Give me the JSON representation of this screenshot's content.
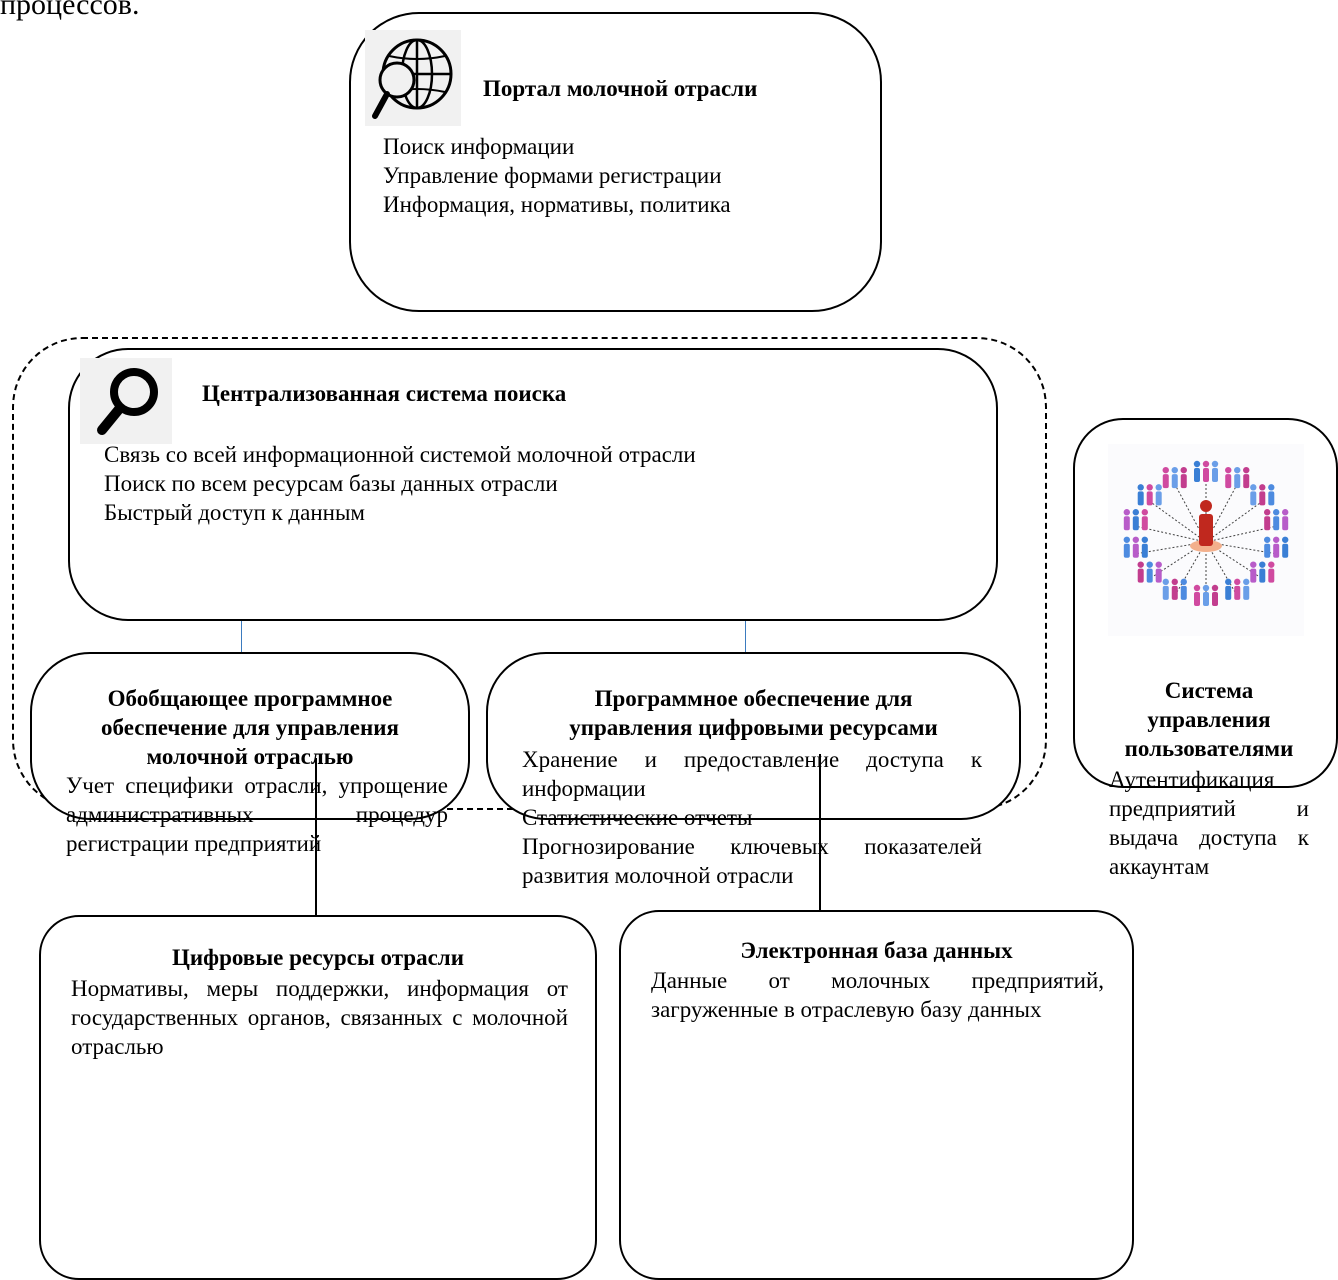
{
  "top_fragment": "процессов.",
  "portal": {
    "title": "Портал молочной отрасли",
    "items": [
      "Поиск информации",
      "Управление формами регистрации",
      "Информация, нормативы, политика"
    ]
  },
  "search": {
    "title": "Централизованная система поиска",
    "items": [
      "Связь со всей информационной системой молочной отрасли",
      "Поиск по всем ресурсам базы данных отрасли",
      "Быстрый доступ к данным"
    ]
  },
  "general_software": {
    "title_lines": [
      "Обобщающее программное",
      "обеспечение для управления",
      "молочной отраслью"
    ],
    "text": "Учет специфики отрасли, упрощение административных процедур регистрации предприятий"
  },
  "digital_software": {
    "title_lines": [
      "Программное обеспечение для",
      "управления цифровыми ресурсами"
    ],
    "items": [
      "Хранение и предоставление доступа к информации",
      "Статистические отчеты",
      "Прогнозирование ключевых показателей развития молочной отрасли"
    ]
  },
  "user_mgmt": {
    "title_lines": [
      "Система",
      "управления",
      "пользователями"
    ],
    "text": "Аутентификация предприятий и выдача доступа к аккаунтам"
  },
  "digital_resources": {
    "title": "Цифровые ресурсы отрасли",
    "text": "Нормативы, меры поддержки, информация от государственных органов, связанных с молочной отраслью"
  },
  "edb": {
    "title": "Электронная база данных",
    "text": "Данные от молочных предприятий, загруженные в отраслевую базу данных"
  },
  "colors": {
    "connector_blue": "#3b7bbf",
    "border": "#000000"
  },
  "icons": [
    "globe-search-icon",
    "magnifier-icon",
    "user-network-icon"
  ]
}
